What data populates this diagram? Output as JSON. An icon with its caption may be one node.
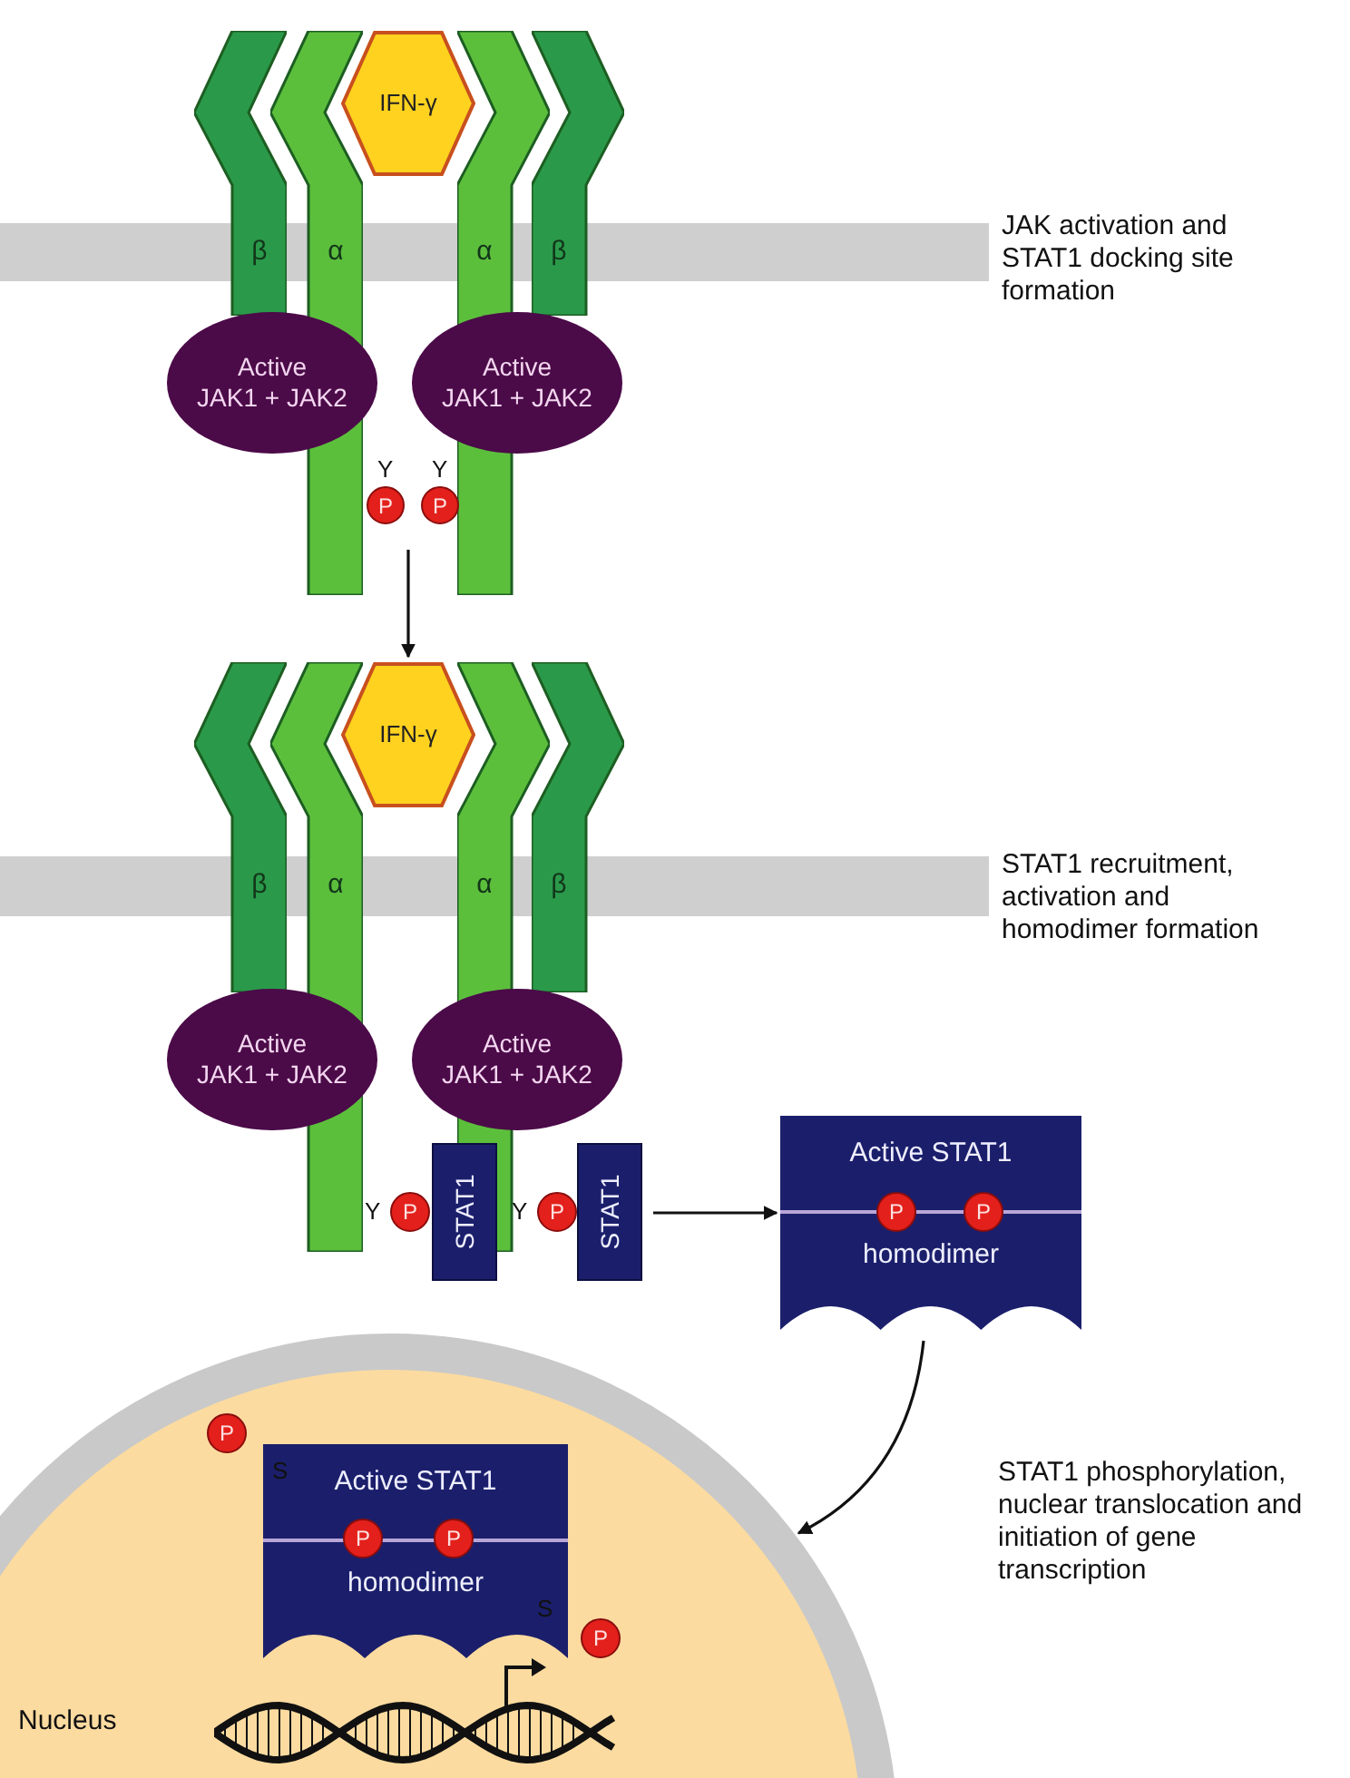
{
  "diagram": {
    "nodes": [
      {
        "text": [
          "IFN-γ"
        ]
      },
      {
        "text": [
          "β"
        ]
      },
      {
        "text": [
          "α"
        ]
      },
      {
        "text": [
          "α"
        ]
      },
      {
        "text": [
          "β"
        ]
      },
      {
        "text": [
          "Active",
          "JAK1 + JAK2"
        ]
      },
      {
        "text": [
          "Active",
          "JAK1 + JAK2"
        ]
      },
      {
        "text": [
          "P"
        ],
        "beside": [
          "Y"
        ]
      },
      {
        "text": [
          "P"
        ],
        "beside": [
          "Y"
        ]
      },
      {
        "text": [
          "IFN-γ"
        ]
      },
      {
        "text": [
          "β"
        ]
      },
      {
        "text": [
          "α"
        ]
      },
      {
        "text": [
          "α"
        ]
      },
      {
        "text": [
          "β"
        ]
      },
      {
        "text": [
          "Active",
          "JAK1 + JAK2"
        ]
      },
      {
        "text": [
          "Active",
          "JAK1 + JAK2"
        ]
      },
      {
        "text": [
          "P"
        ],
        "beside": [
          "Y"
        ]
      },
      {
        "text": [
          "STAT1"
        ]
      },
      {
        "text": [
          "P"
        ],
        "beside": [
          "Y"
        ]
      },
      {
        "text": [
          "STAT1"
        ]
      },
      {
        "text": [
          "Active STAT1",
          "homodimer"
        ]
      },
      {
        "text": [
          "P"
        ],
        "in": 20
      },
      {
        "text": [
          "P"
        ],
        "in": 20
      },
      {
        "text": [
          "Nucleus"
        ]
      },
      {
        "text": [
          "Active STAT1",
          "homodimer"
        ],
        "in": 23
      },
      {
        "text": [
          "P"
        ],
        "in": 24
      },
      {
        "text": [
          "P"
        ],
        "in": 24
      },
      {
        "text": [
          "P"
        ],
        "beside": [
          "S"
        ],
        "in": 23
      },
      {
        "text": [
          "P"
        ],
        "beside": [
          "S"
        ],
        "in": 23
      }
    ],
    "edges": [
      {
        "from": null,
        "to": 9,
        "arrow": "to"
      },
      {
        "from": 19,
        "to": 20,
        "arrow": "to"
      },
      {
        "from": 20,
        "to": 23,
        "arrow": "to"
      }
    ],
    "labels": [
      "JAK activation and STAT1 docking site formation",
      "STAT1 recruitment, activation and homodimer formation",
      "STAT1 phosphorylation, nuclear translocation and initiation of gene transcription"
    ]
  }
}
